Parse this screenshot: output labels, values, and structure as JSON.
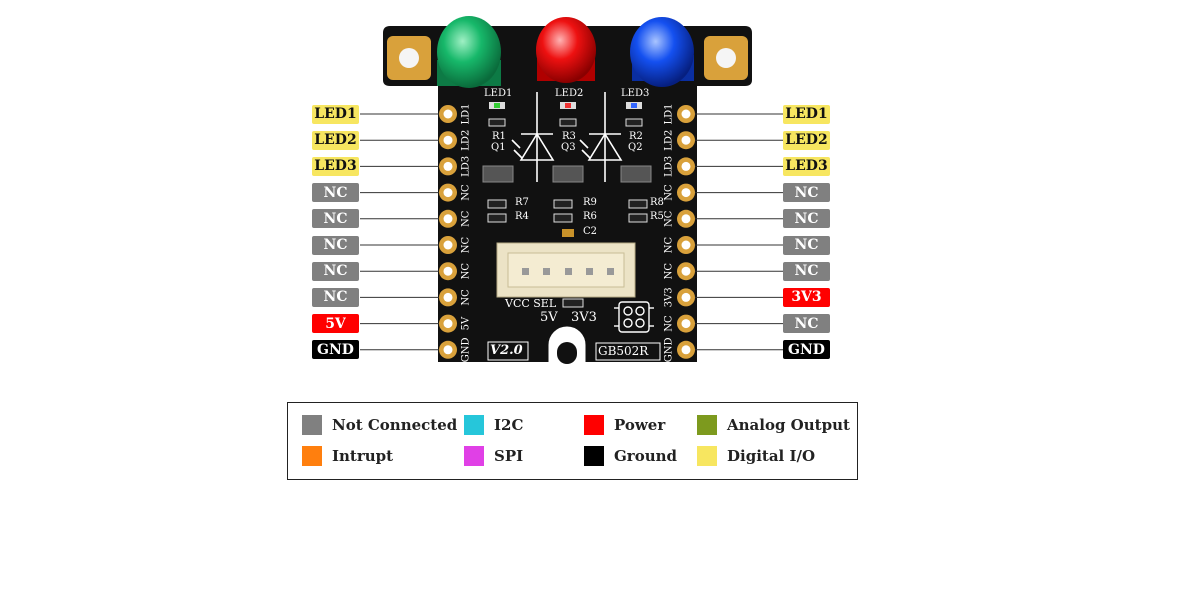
{
  "colors": {
    "not_connected": "#808080",
    "interrupt": "#ff7f0e",
    "i2c": "#26c6da",
    "spi": "#e040e6",
    "power": "#ff0000",
    "ground": "#000000",
    "analog_output": "#7d9a1e",
    "digital_io": "#f7e660",
    "pcb": "#111111",
    "gold": "#d9a13b"
  },
  "board": {
    "version": "V2.0",
    "model": "GB502R",
    "vcc_sel": "VCC SEL",
    "sel_5v": "5V",
    "sel_3v3": "3V3",
    "leds": [
      {
        "label": "LED1",
        "color": "green"
      },
      {
        "label": "LED2",
        "color": "red"
      },
      {
        "label": "LED3",
        "color": "blue"
      }
    ],
    "silk": {
      "r1": "R1",
      "q1": "Q1",
      "r3": "R3",
      "q3": "Q3",
      "r2": "R2",
      "q2": "Q2",
      "r7": "R7",
      "r4": "R4",
      "r9": "R9",
      "r6": "R6",
      "c2": "C2",
      "r8": "R8",
      "r5": "R5"
    },
    "left_silk": [
      "LD1",
      "LD2",
      "LD3",
      "NC",
      "NC",
      "NC",
      "NC",
      "NC",
      "5V",
      "GND"
    ],
    "right_silk": [
      "LD1",
      "LD2",
      "LD3",
      "NC",
      "NC",
      "NC",
      "NC",
      "3V3",
      "NC",
      "GND"
    ]
  },
  "left_pins": [
    {
      "label": "LED1",
      "type": "digital_io"
    },
    {
      "label": "LED2",
      "type": "digital_io"
    },
    {
      "label": "LED3",
      "type": "digital_io"
    },
    {
      "label": "NC",
      "type": "not_connected"
    },
    {
      "label": "NC",
      "type": "not_connected"
    },
    {
      "label": "NC",
      "type": "not_connected"
    },
    {
      "label": "NC",
      "type": "not_connected"
    },
    {
      "label": "NC",
      "type": "not_connected"
    },
    {
      "label": "5V",
      "type": "power"
    },
    {
      "label": "GND",
      "type": "ground"
    }
  ],
  "right_pins": [
    {
      "label": "LED1",
      "type": "digital_io"
    },
    {
      "label": "LED2",
      "type": "digital_io"
    },
    {
      "label": "LED3",
      "type": "digital_io"
    },
    {
      "label": "NC",
      "type": "not_connected"
    },
    {
      "label": "NC",
      "type": "not_connected"
    },
    {
      "label": "NC",
      "type": "not_connected"
    },
    {
      "label": "NC",
      "type": "not_connected"
    },
    {
      "label": "3V3",
      "type": "power"
    },
    {
      "label": "NC",
      "type": "not_connected"
    },
    {
      "label": "GND",
      "type": "ground"
    }
  ],
  "legend": [
    {
      "label": "Not Connected",
      "type": "not_connected"
    },
    {
      "label": "I2C",
      "type": "i2c"
    },
    {
      "label": "Power",
      "type": "power"
    },
    {
      "label": "Analog Output",
      "type": "analog_output"
    },
    {
      "label": "Intrupt",
      "type": "interrupt"
    },
    {
      "label": "SPI",
      "type": "spi"
    },
    {
      "label": "Ground",
      "type": "ground"
    },
    {
      "label": "Digital I/O",
      "type": "digital_io"
    }
  ]
}
